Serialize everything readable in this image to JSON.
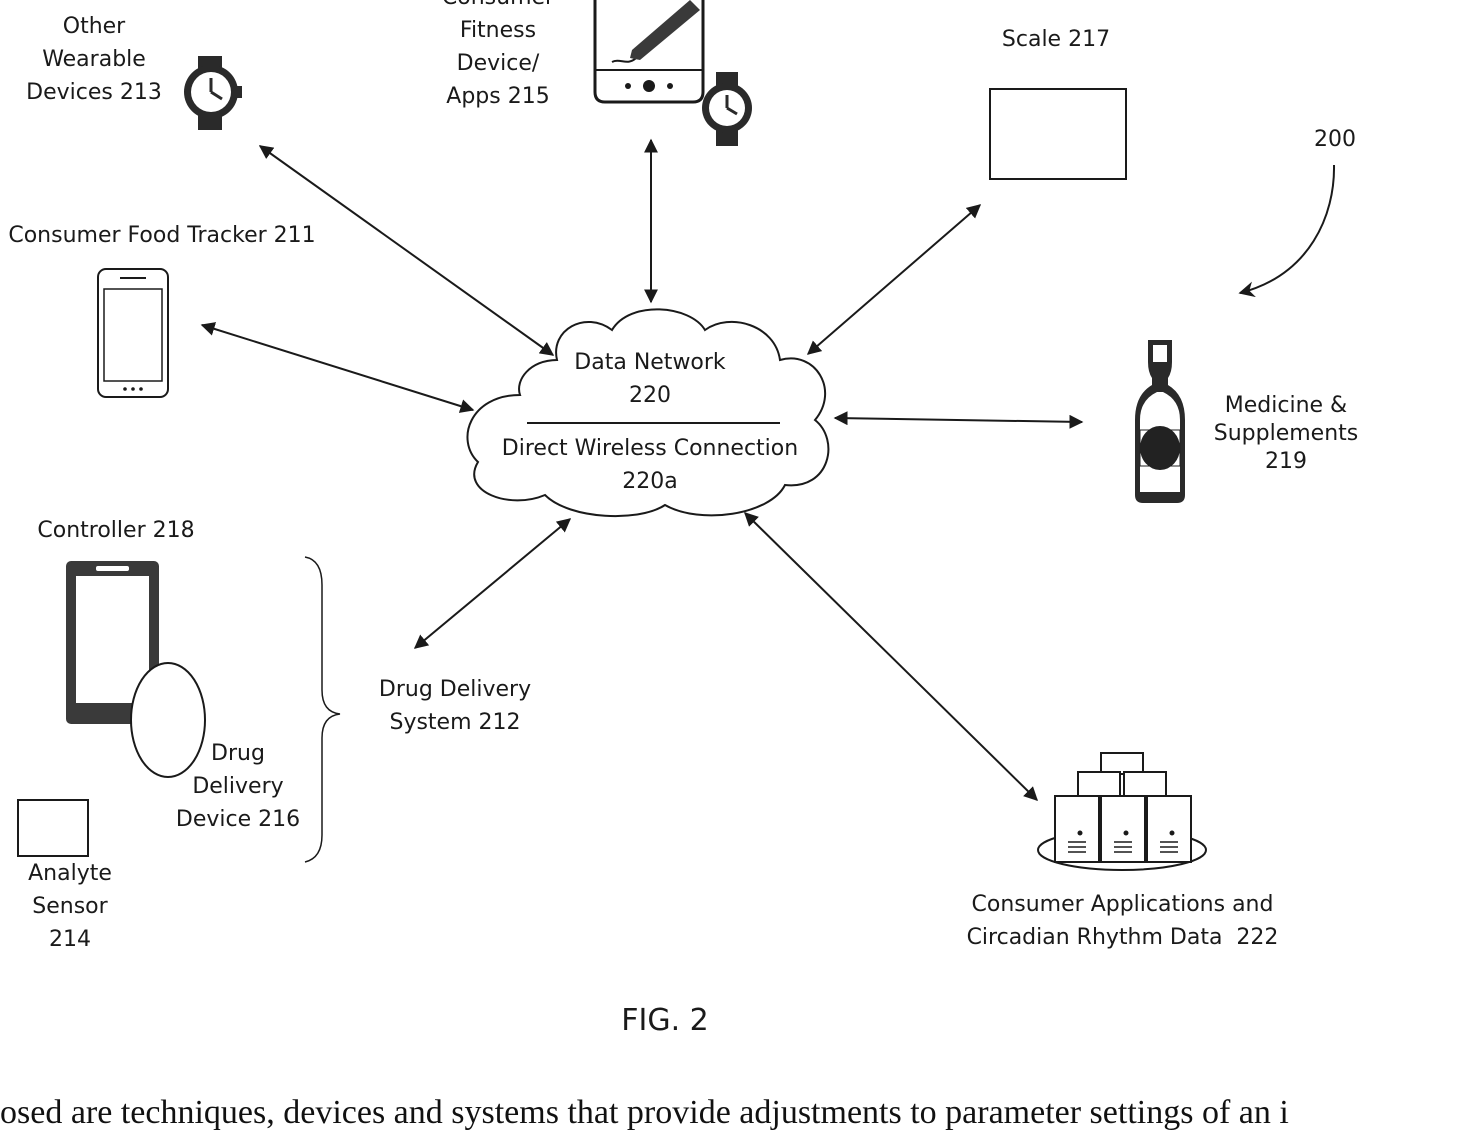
{
  "labels": {
    "other_wearable": [
      "Other",
      "Wearable",
      "Devices 213"
    ],
    "consumer_fitness": [
      "Consumer",
      "Fitness",
      "Device/",
      "Apps 215"
    ],
    "scale": [
      "Scale 217"
    ],
    "ref_200": [
      "200"
    ],
    "food_tracker": [
      "Consumer Food Tracker 211"
    ],
    "network_top": [
      "Data Network",
      "220"
    ],
    "network_bottom": [
      "Direct Wireless Connection",
      "220a"
    ],
    "medicine": [
      "Medicine &",
      "Supplements",
      "219"
    ],
    "controller": [
      "Controller 218"
    ],
    "drug_delivery_system": [
      "Drug Delivery",
      "System 212"
    ],
    "drug_delivery_device": [
      "Drug",
      "Delivery",
      "Device 216"
    ],
    "analyte_sensor": [
      "Analyte",
      "Sensor",
      "214"
    ],
    "consumer_apps": [
      "Consumer Applications and",
      "Circadian Rhythm Data  222"
    ]
  },
  "figure_caption": "FIG. 2",
  "body_text": "osed are techniques, devices and systems that provide adjustments to parameter settings of an i",
  "colors": {
    "ink": "#1a1a1a",
    "dark_fill": "#3a3a3a",
    "bottle_band": "#222222"
  },
  "icons": {
    "wearable_watch": "wristwatch-icon",
    "fitness_device": "handheld-device-with-stylus-icon",
    "fitness_watch": "wristwatch-icon",
    "scale": "rectangle-scale-icon",
    "food_tracker": "smartphone-icon",
    "medicine": "bottle-icon",
    "controller": "smartphone-dark-icon",
    "drug_delivery_device": "ellipse-pump-icon",
    "analyte_sensor": "square-sensor-icon",
    "consumer_apps": "server-cluster-icon"
  }
}
